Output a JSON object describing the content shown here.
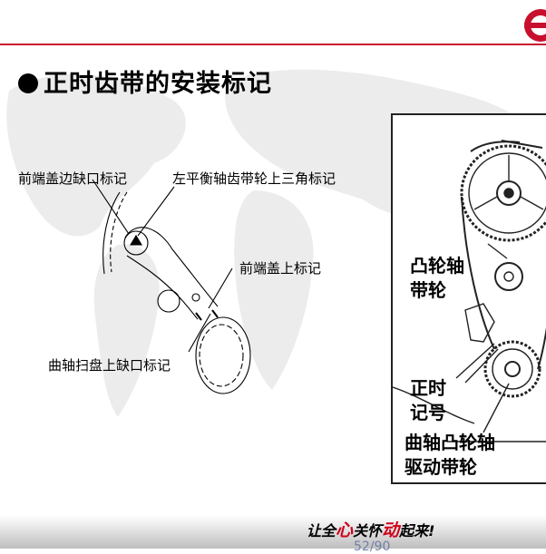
{
  "slide": {
    "title": "正时齿带的安装标记"
  },
  "left_diagram": {
    "labels": {
      "front_cover_edge_notch": "前端盖边缺口标记",
      "balance_shaft_triangle": "左平衡轴齿带轮上三角标记",
      "front_cover_top_mark": "前端盖上标记",
      "crank_disc_notch": "曲轴扫盘上缺口标记"
    }
  },
  "right_photo": {
    "labels": {
      "camshaft_pulley_line1": "凸轮轴",
      "camshaft_pulley_line2": "带轮",
      "timing_mark_line1": "正时",
      "timing_mark_line2": "记号",
      "crank_drive_line1": "曲轴凸轮轴",
      "crank_drive_line2": "驱动带轮"
    }
  },
  "footer": {
    "slogan_part1": "让全",
    "slogan_red1": "心",
    "slogan_part2": "关怀",
    "slogan_red2": "动",
    "slogan_part3": "起来!",
    "page_number": "52/90"
  },
  "colors": {
    "accent_red": "#c8102e",
    "map_gray": "#e6e6e6",
    "page_number_blue": "#6f7fa8"
  }
}
